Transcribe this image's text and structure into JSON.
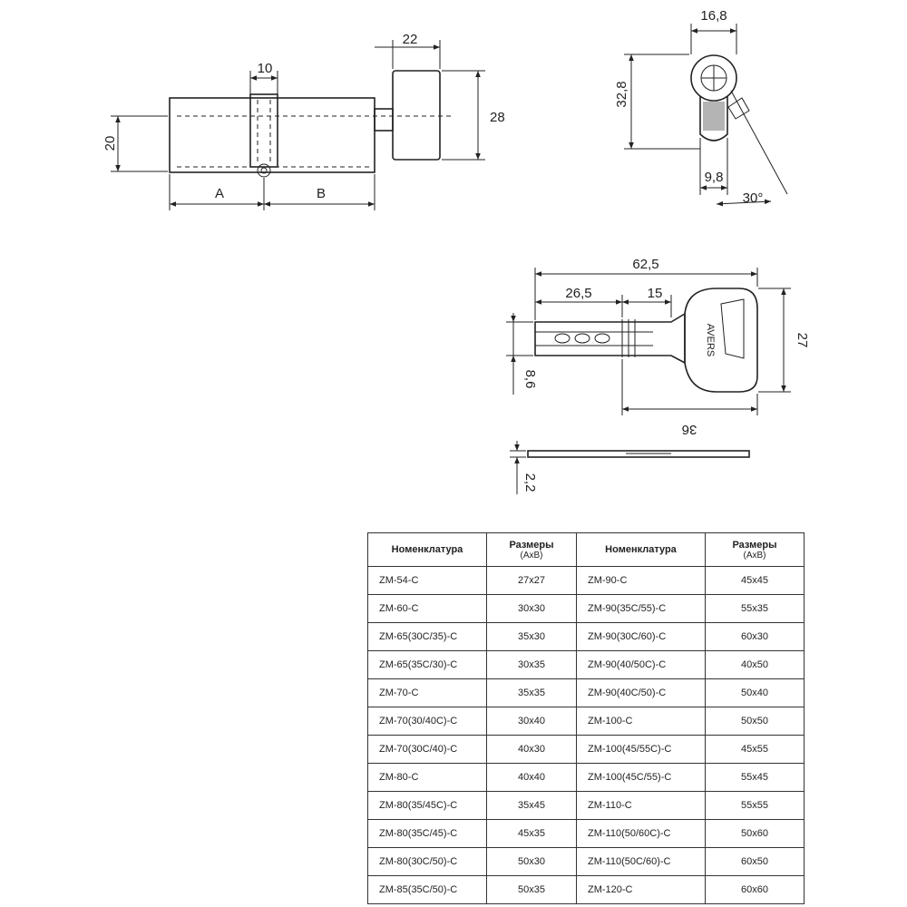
{
  "cylinder": {
    "dims": {
      "a": "A",
      "b": "B",
      "d10": "10",
      "d20": "20",
      "d22": "22",
      "d28": "28"
    }
  },
  "side_view": {
    "dims": {
      "d16_8": "16,8",
      "d32_8": "32,8",
      "d9_8": "9,8",
      "angle": "30°"
    }
  },
  "key": {
    "brand": "AVERS",
    "dims": {
      "d62_5": "62,5",
      "d26_5": "26,5",
      "d15": "15",
      "d27": "27",
      "d8_6": "8,6",
      "d36": "36",
      "d2_2": "2,2"
    }
  },
  "table": {
    "headers": {
      "nom": "Номенклатура",
      "size": "Размеры",
      "size_sub": "(АхВ)"
    },
    "rows": [
      [
        "ZM-54-C",
        "27x27",
        "ZM-90-C",
        "45x45"
      ],
      [
        "ZM-60-C",
        "30x30",
        "ZM-90(35C/55)-C",
        "55x35"
      ],
      [
        "ZM-65(30C/35)-C",
        "35x30",
        "ZM-90(30C/60)-C",
        "60x30"
      ],
      [
        "ZM-65(35C/30)-C",
        "30x35",
        "ZM-90(40/50C)-C",
        "40x50"
      ],
      [
        "ZM-70-C",
        "35x35",
        "ZM-90(40C/50)-C",
        "50x40"
      ],
      [
        "ZM-70(30/40C)-C",
        "30x40",
        "ZM-100-C",
        "50x50"
      ],
      [
        "ZM-70(30C/40)-C",
        "40x30",
        "ZM-100(45/55C)-C",
        "45x55"
      ],
      [
        "ZM-80-C",
        "40x40",
        "ZM-100(45C/55)-C",
        "55x45"
      ],
      [
        "ZM-80(35/45C)-C",
        "35x45",
        "ZM-110-C",
        "55x55"
      ],
      [
        "ZM-80(35C/45)-C",
        "45x35",
        "ZM-110(50/60C)-C",
        "50x60"
      ],
      [
        "ZM-80(30C/50)-C",
        "50x30",
        "ZM-110(50C/60)-C",
        "60x50"
      ],
      [
        "ZM-85(35C/50)-C",
        "50x35",
        "ZM-120-C",
        "60x60"
      ]
    ]
  }
}
